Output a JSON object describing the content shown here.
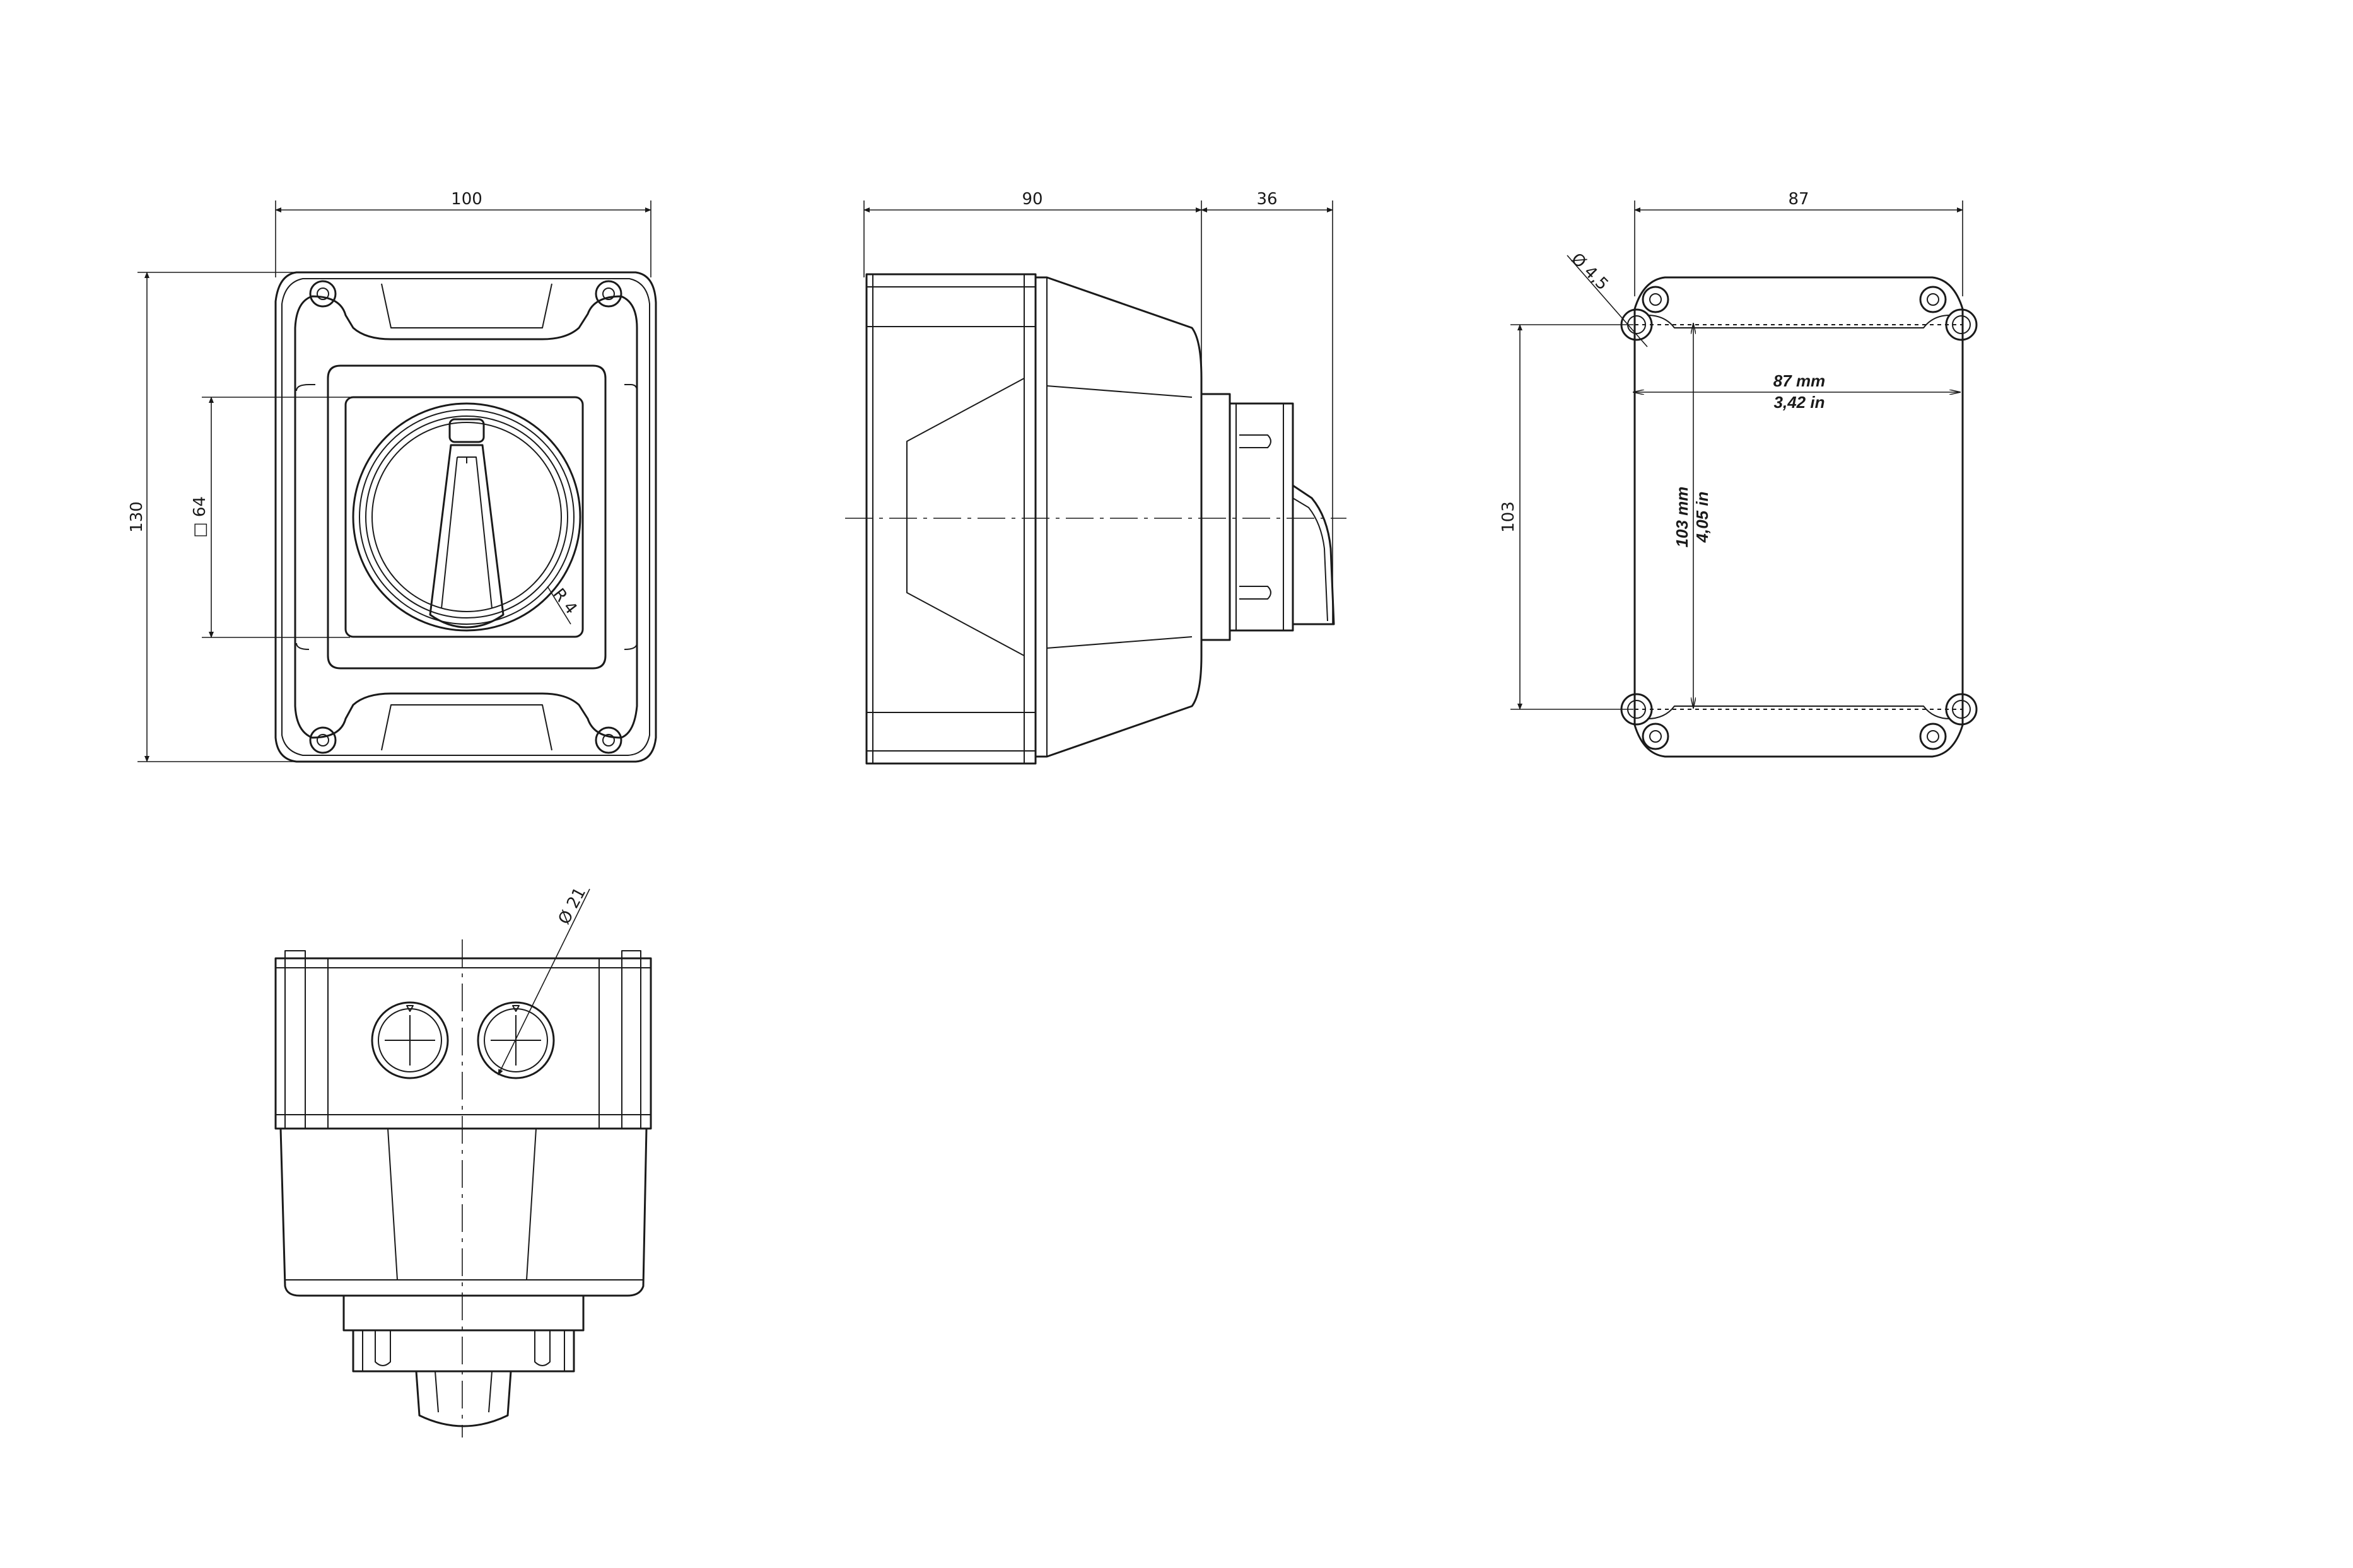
{
  "front_view": {
    "width_dim": "100",
    "height_dim": "130",
    "square_dim": "□ 64",
    "radius_dim": "R 4"
  },
  "side_view": {
    "depth_dim": "90",
    "knob_dim": "36"
  },
  "back_view": {
    "width_dim": "87",
    "height_dim": "103",
    "hole_dim": "Ø 4,5",
    "h_spacing_mm": "87 mm",
    "h_spacing_in": "3,42 in",
    "v_spacing_mm": "103 mm",
    "v_spacing_in": "4,05 in"
  },
  "bottom_view": {
    "gland_dim": "Ø 21"
  }
}
